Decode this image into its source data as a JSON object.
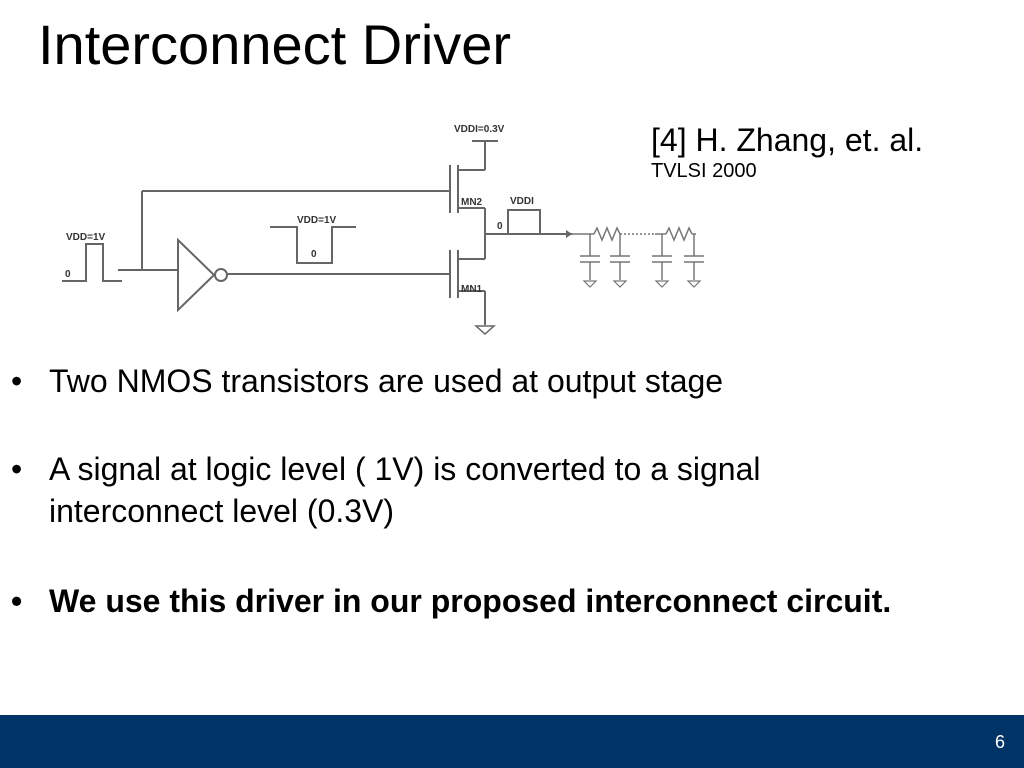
{
  "slide": {
    "title": "Interconnect Driver",
    "reference": {
      "citation": "[4] H. Zhang, et. al.",
      "journal": "TVLSI 2000"
    },
    "bullets": [
      "Two NMOS transistors are used at output stage",
      "A signal at logic level ( 1V) is converted to a signal interconnect level (0.3V)",
      "We use this driver in our proposed interconnect circuit."
    ],
    "page_number": "6"
  },
  "circuit": {
    "labels": {
      "vddi_supply": "VDDI=0.3V",
      "mn2": "MN2",
      "mn1": "MN1",
      "vddi_out": "VDDI",
      "out_zero": "0",
      "vdd_in": "VDD=1V",
      "in_zero": "0",
      "vdd_mid": "VDD=1V",
      "mid_zero": "0"
    }
  },
  "colors": {
    "footer": "#003366",
    "wire": "#666666"
  }
}
